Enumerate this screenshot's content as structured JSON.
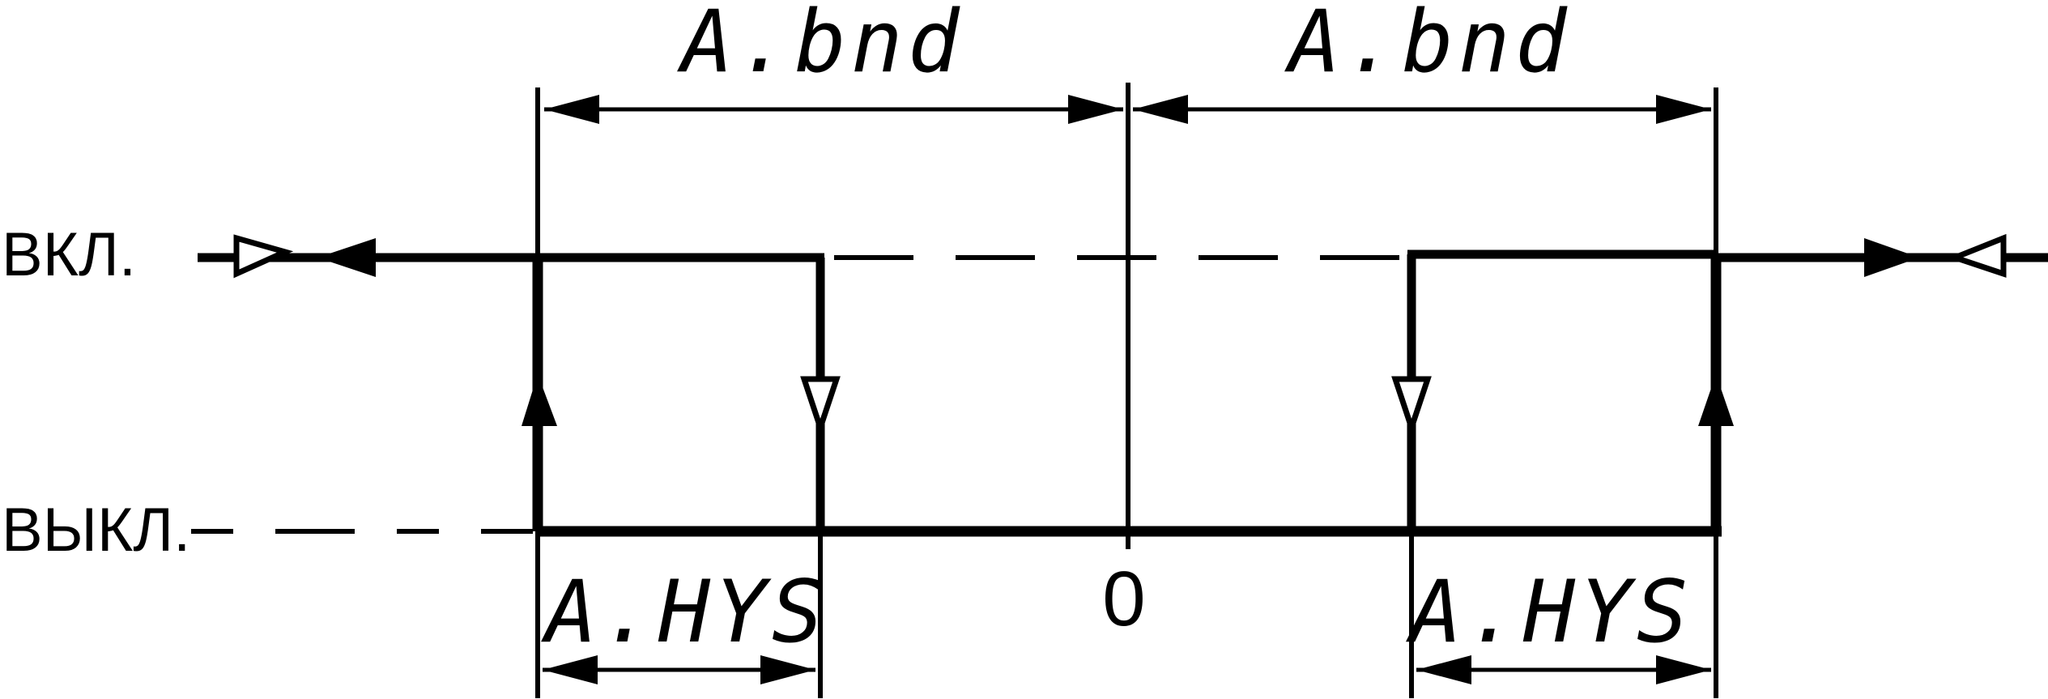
{
  "diagram": {
    "state_on_label": "ВКЛ.",
    "state_off_label": "ВЫКЛ.",
    "center_label": "0",
    "band_label_left": "A.bnd",
    "band_label_right": "A.bnd",
    "hys_label_left": "A.HYS",
    "hys_label_right": "A.HYS"
  },
  "colors": {
    "stroke": "#000000",
    "background": "#ffffff"
  }
}
